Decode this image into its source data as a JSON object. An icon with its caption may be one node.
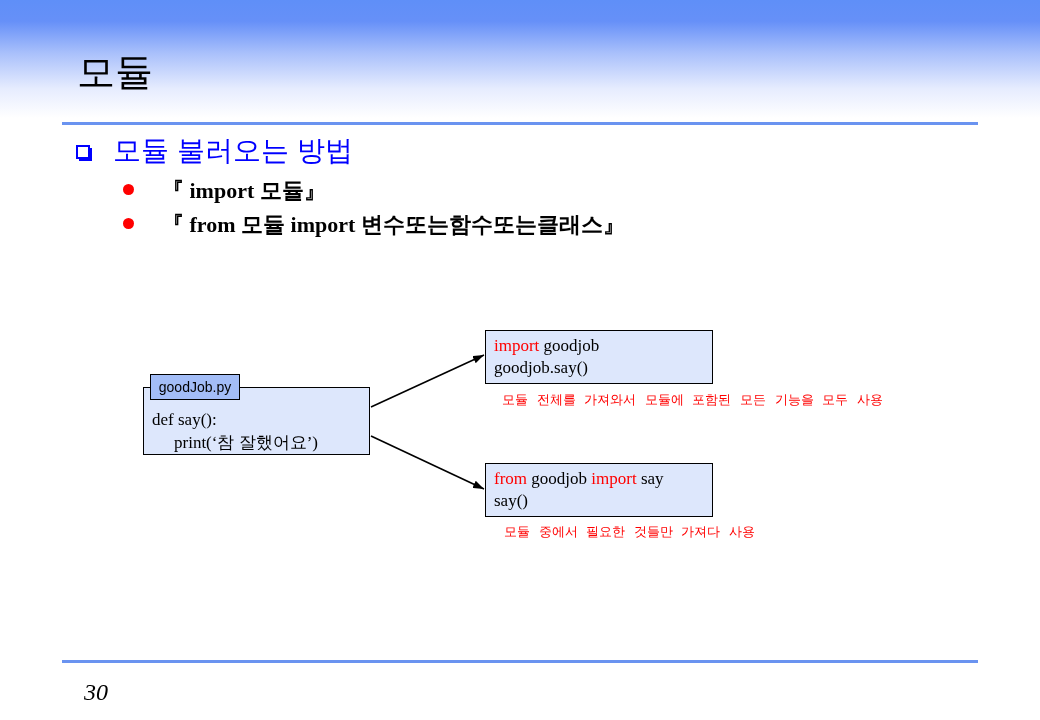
{
  "diagram": {
    "title": "모듈",
    "nodes": [
      {
        "text": [
          "goodJob.py",
          "def say(): print(‘참 잘했어요’)"
        ]
      },
      {
        "text": [
          "import goodjob goodjob.say()"
        ],
        "beside": [
          "모듈 전체를 가져와서 모듈에 포함된 모든 기능을 모두 사용"
        ]
      },
      {
        "text": [
          "from goodjob import say say()"
        ],
        "beside": [
          "모듈 중에서 필요한 것들만 가져다 사용"
        ]
      }
    ],
    "edges": [
      {
        "from": 0,
        "to": 1,
        "arrow": "to"
      },
      {
        "from": 0,
        "to": 2,
        "arrow": "to"
      }
    ],
    "labels": [
      "모듈 불러오는 방법",
      "『 import 모듈』",
      "『 from 모듈 import 변수또는함수또는클래스』",
      "30"
    ]
  }
}
